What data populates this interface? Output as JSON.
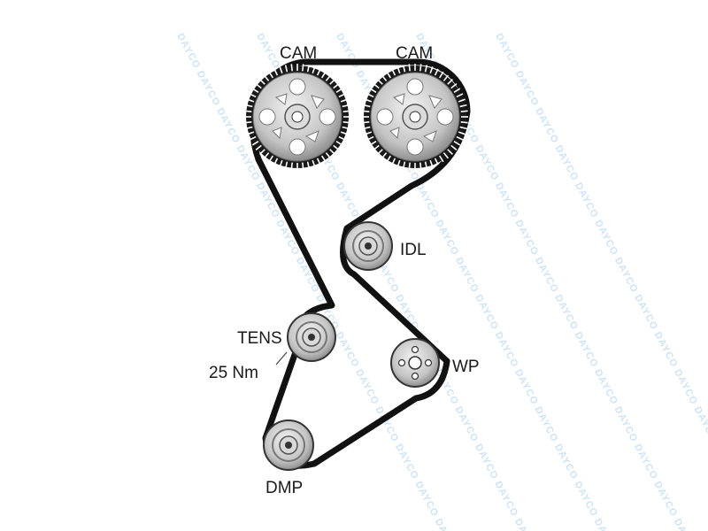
{
  "watermark": "DAYCO",
  "labels": {
    "cam_left": "CAM",
    "cam_right": "CAM",
    "idler": "IDL",
    "tensioner": "TENS",
    "torque": "25 Nm",
    "water_pump": "WP",
    "damper": "DMP"
  },
  "colors": {
    "belt": "#111111",
    "pulley_fill": "#c9c9c9",
    "pulley_dark": "#555555",
    "watermark": "#cfe4f6"
  }
}
